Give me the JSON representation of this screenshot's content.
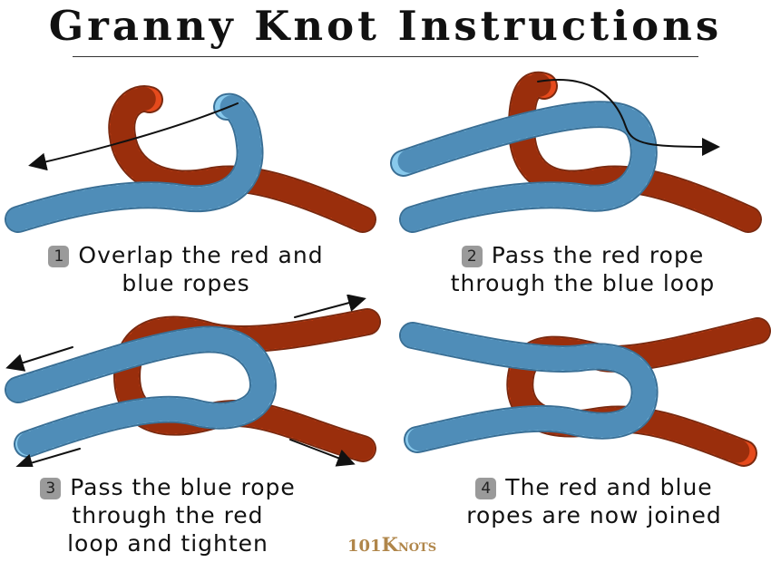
{
  "title": "Granny Knot Instructions",
  "steps": [
    {
      "number": "1",
      "line1": "Overlap the red and",
      "line2": "blue ropes",
      "line3": ""
    },
    {
      "number": "2",
      "line1": "Pass the red rope",
      "line2": "through the blue loop",
      "line3": ""
    },
    {
      "number": "3",
      "line1": "Pass the blue rope",
      "line2": "through the red",
      "line3": "loop and tighten"
    },
    {
      "number": "4",
      "line1": "The red and blue",
      "line2": "ropes are now joined",
      "line3": ""
    }
  ],
  "logo": {
    "digits": "101",
    "k": "K",
    "rest": "NOTS"
  },
  "colors": {
    "red_rope": "#e64a1c",
    "blue_rope": "#88c9ec",
    "badge": "#9a9a9a",
    "logo": "#b0864a"
  }
}
